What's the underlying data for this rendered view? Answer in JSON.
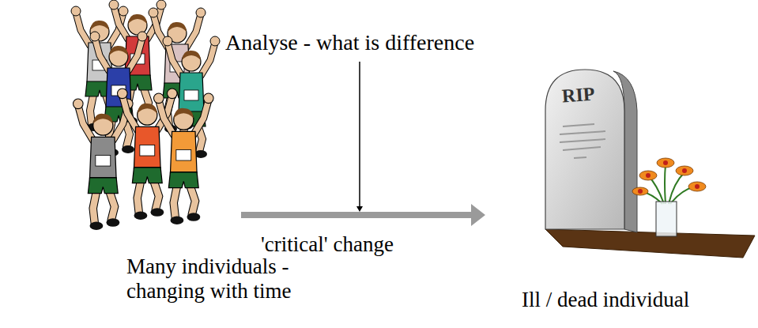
{
  "diagram": {
    "labels": [
      "Analyse - what is difference",
      "'critical' change",
      "Many individuals - changing with time",
      "Ill / dead individual",
      "RIP"
    ]
  }
}
